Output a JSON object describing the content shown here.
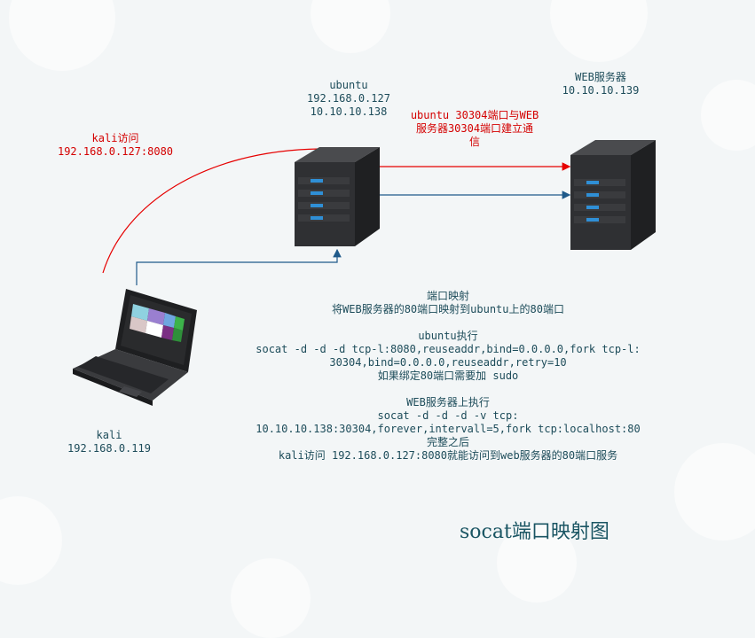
{
  "ubuntu": {
    "name": "ubuntu",
    "ip1": "192.168.0.127",
    "ip2": "10.10.10.138"
  },
  "web": {
    "name": "WEB服务器",
    "ip": "10.10.10.139"
  },
  "kali_access": {
    "line1": "kali访问",
    "line2": "192.168.0.127:8080"
  },
  "tunnel": {
    "line1": "ubuntu 30304端口与WEB",
    "line2": "服务器30304端口建立通",
    "line3": "信"
  },
  "kali": {
    "name": "kali",
    "ip": "192.168.0.119"
  },
  "explain": {
    "l1": "端口映射",
    "l2": "将WEB服务器的80端口映射到ubuntu上的80端口",
    "l3": "ubuntu执行",
    "l4": "socat -d -d -d tcp-l:8080,reuseaddr,bind=0.0.0.0,fork tcp-l:",
    "l5": "30304,bind=0.0.0.0,reuseaddr,retry=10",
    "l6": "如果绑定80端口需要加 sudo",
    "l7": "WEB服务器上执行",
    "l8": "socat -d -d -d -v tcp:",
    "l9": "10.10.10.138:30304,forever,intervall=5,fork tcp:localhost:80",
    "l10": "完整之后",
    "l11": "kali访问 192.168.0.127:8080就能访问到web服务器的80端口服务"
  },
  "title": "socat端口映射图",
  "colors": {
    "red_line": "#e60000",
    "blue_line": "#1f5a8a",
    "server_body": "#2e2f31",
    "server_led": "#2f8fd6",
    "text": "#1d4c5a"
  }
}
